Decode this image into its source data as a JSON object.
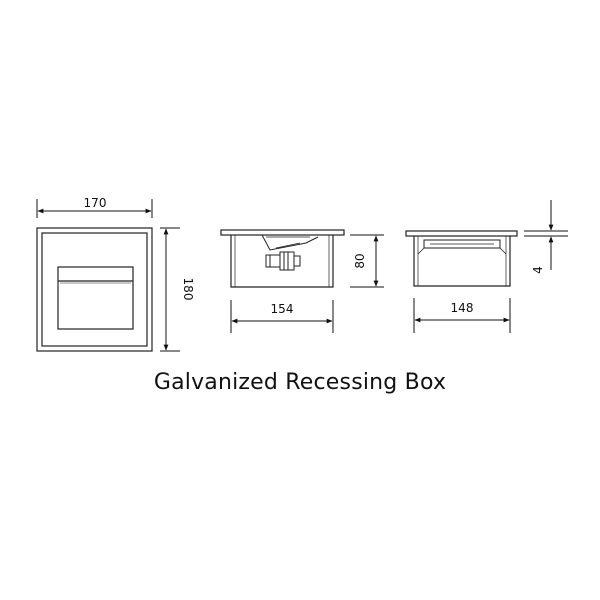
{
  "caption": "Galvanized Recessing Box",
  "dimensions": {
    "front_width": "170",
    "front_height": "180",
    "side_width": "154",
    "side_height": "80",
    "back_width": "148",
    "flange": "4"
  }
}
